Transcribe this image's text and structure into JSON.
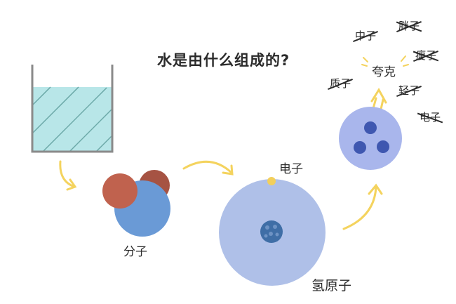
{
  "title": "水是由什么组成的?",
  "labels": {
    "molecule": "分子",
    "electron": "电子",
    "hydrogen_atom": "氢原子",
    "quark": "夸克"
  },
  "crossed_out": [
    "中子",
    "胖子",
    "质子",
    "轻子",
    "瘦子",
    "电子"
  ],
  "colors": {
    "water": "#b8e6e8",
    "container": "#8a8a8a",
    "arrow": "#f4d35e",
    "oxygen": "#6a9ad6",
    "hydrogen": "#c0624e",
    "atom": "#afc0e8",
    "electron": "#f2cf5b",
    "nucleus": "#3f6ea6",
    "proton": "#a9b6ec",
    "quark": "#3f57b0"
  }
}
